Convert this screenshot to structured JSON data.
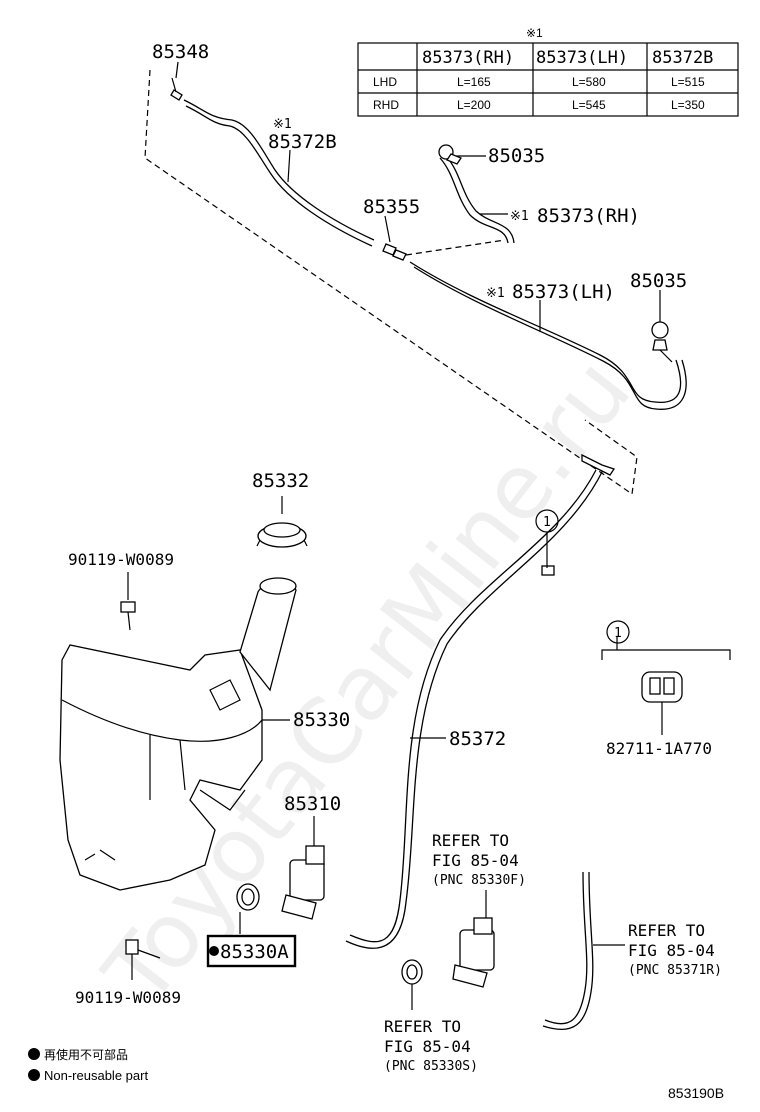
{
  "table": {
    "note_mark": "※1",
    "headers": [
      "85373(RH)",
      "85373(LH)",
      "85372B"
    ],
    "rows": [
      {
        "label": "LHD",
        "values": [
          "L=165",
          "L=580",
          "L=515"
        ]
      },
      {
        "label": "RHD",
        "values": [
          "L=200",
          "L=545",
          "L=350"
        ]
      }
    ]
  },
  "parts": {
    "p85348": "85348",
    "p85372B_mark": "※1",
    "p85372B": "85372B",
    "p85035_top": "85035",
    "p85355": "85355",
    "p85373RH_mark": "※1",
    "p85373RH": "85373(RH)",
    "p85373LH_mark": "※1",
    "p85373LH": "85373(LH)",
    "p85035_right": "85035",
    "p85332": "85332",
    "p90119_top": "90119-W0089",
    "p85330": "85330",
    "p85372": "85372",
    "p82711": "82711-1A770",
    "p85310": "85310",
    "p85330A": "85330A",
    "p90119_bottom": "90119-W0089",
    "callout_1a": "1",
    "callout_1b": "1"
  },
  "refs": {
    "ref1": {
      "line1": "REFER TO",
      "line2": "FIG 85-04",
      "line3": "(PNC 85330F)"
    },
    "ref2": {
      "line1": "REFER TO",
      "line2": "FIG 85-04",
      "line3": "(PNC 85371R)"
    },
    "ref3": {
      "line1": "REFER TO",
      "line2": "FIG 85-04",
      "line3": "(PNC 85330S)"
    }
  },
  "legend": {
    "jp": "再使用不可部品",
    "en": "Non-reusable part"
  },
  "figure_id": "853190B",
  "watermark": "ToyotaCarMine.ru"
}
